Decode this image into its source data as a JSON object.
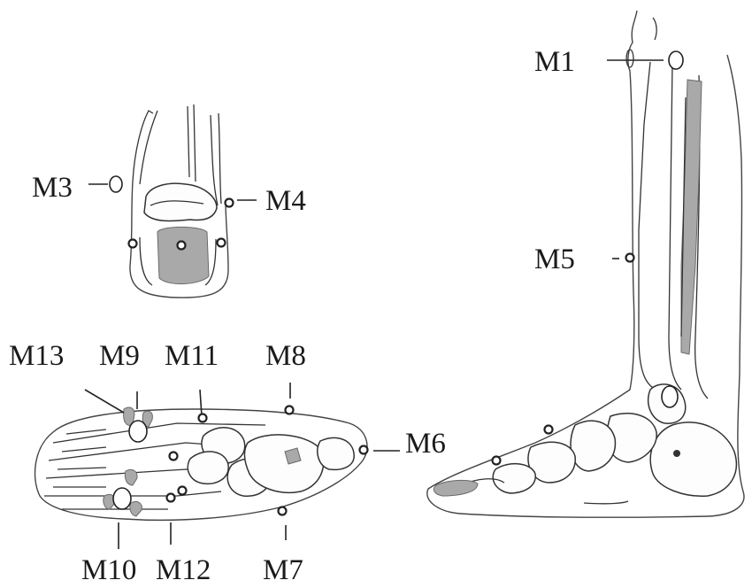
{
  "markers": {
    "m1": "M1",
    "m3": "M3",
    "m4": "M4",
    "m5": "M5",
    "m6": "M6",
    "m7": "M7",
    "m8": "M8",
    "m9": "M9",
    "m10": "M10",
    "m11": "M11",
    "m12": "M12",
    "m13": "M13"
  },
  "colors": {
    "line": "#222222",
    "shading": "#a9a9a9",
    "background": "#ffffff"
  }
}
